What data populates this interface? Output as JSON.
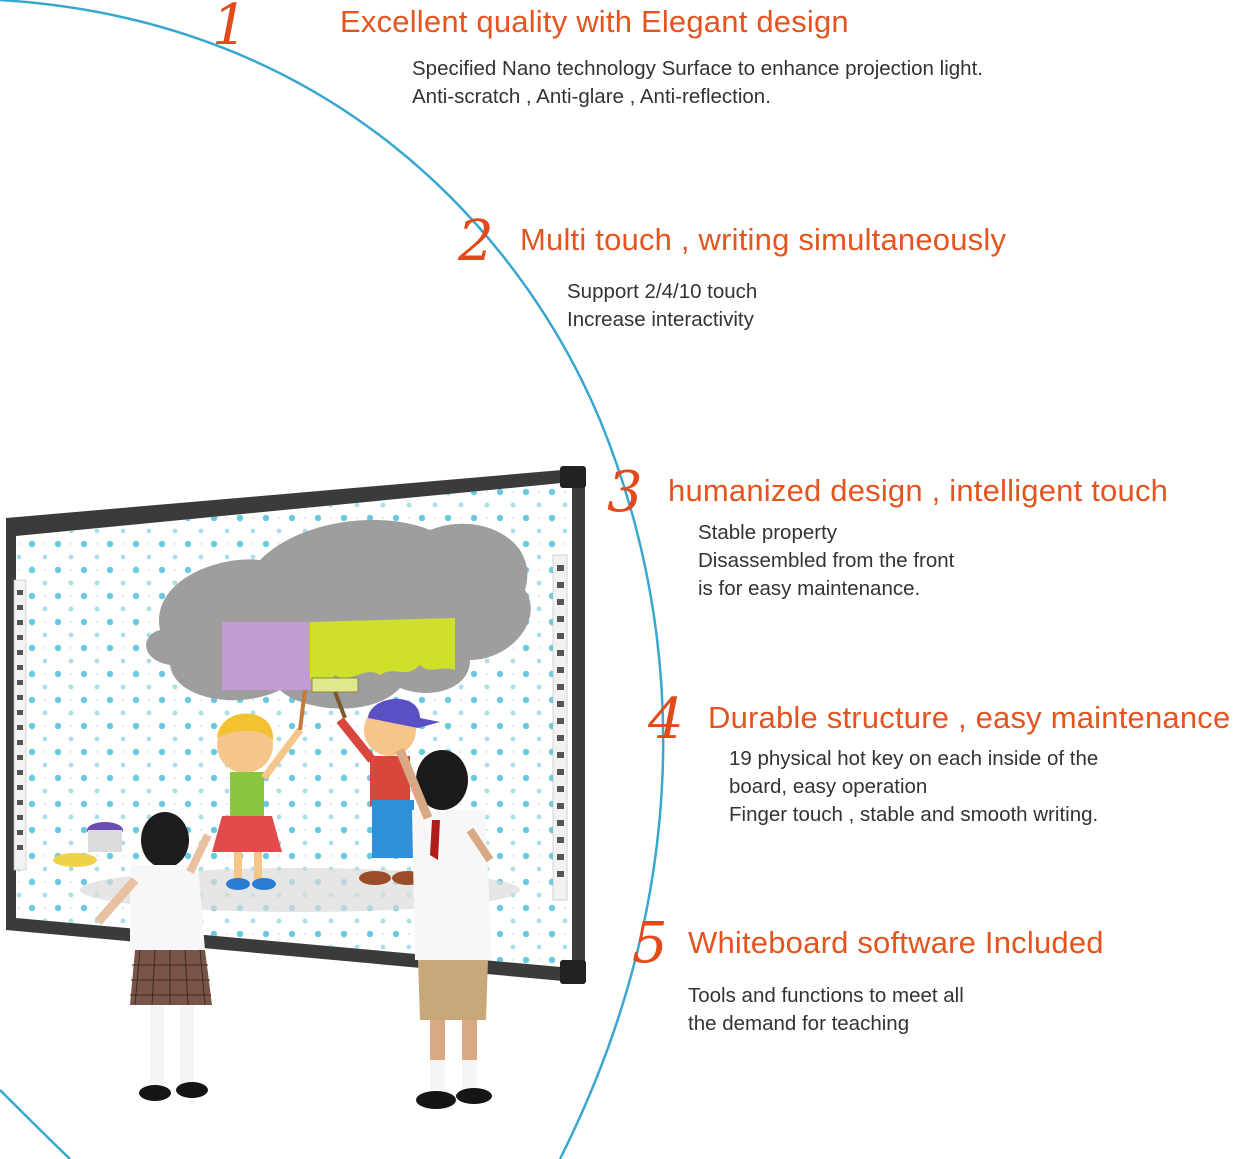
{
  "colors": {
    "accent": "#e3541f",
    "number": "#e24a1c",
    "arc": "#3aa7cf",
    "text": "#333333"
  },
  "features": [
    {
      "number": "1",
      "title": "Excellent quality with Elegant design",
      "lines": [
        "Specified Nano technology Surface to enhance projection light.",
        "Anti-scratch , Anti-glare , Anti-reflection."
      ]
    },
    {
      "number": "2",
      "title": "Multi touch , writing simultaneously",
      "lines": [
        "Support 2/4/10 touch",
        "Increase interactivity"
      ]
    },
    {
      "number": "3",
      "title": "humanized design , intelligent touch",
      "lines": [
        "Stable property",
        "Disassembled from the front",
        "is for easy maintenance."
      ]
    },
    {
      "number": "4",
      "title": "Durable structure , easy maintenance",
      "lines": [
        "19 physical hot key on each inside of the",
        "board, easy operation",
        "Finger touch , stable and smooth writing."
      ]
    },
    {
      "number": "5",
      "title": "Whiteboard software Included",
      "lines": [
        "Tools and functions to meet all",
        "the demand for teaching"
      ]
    }
  ],
  "illustration": {
    "icon": "interactive-whiteboard-with-children-illustration"
  }
}
